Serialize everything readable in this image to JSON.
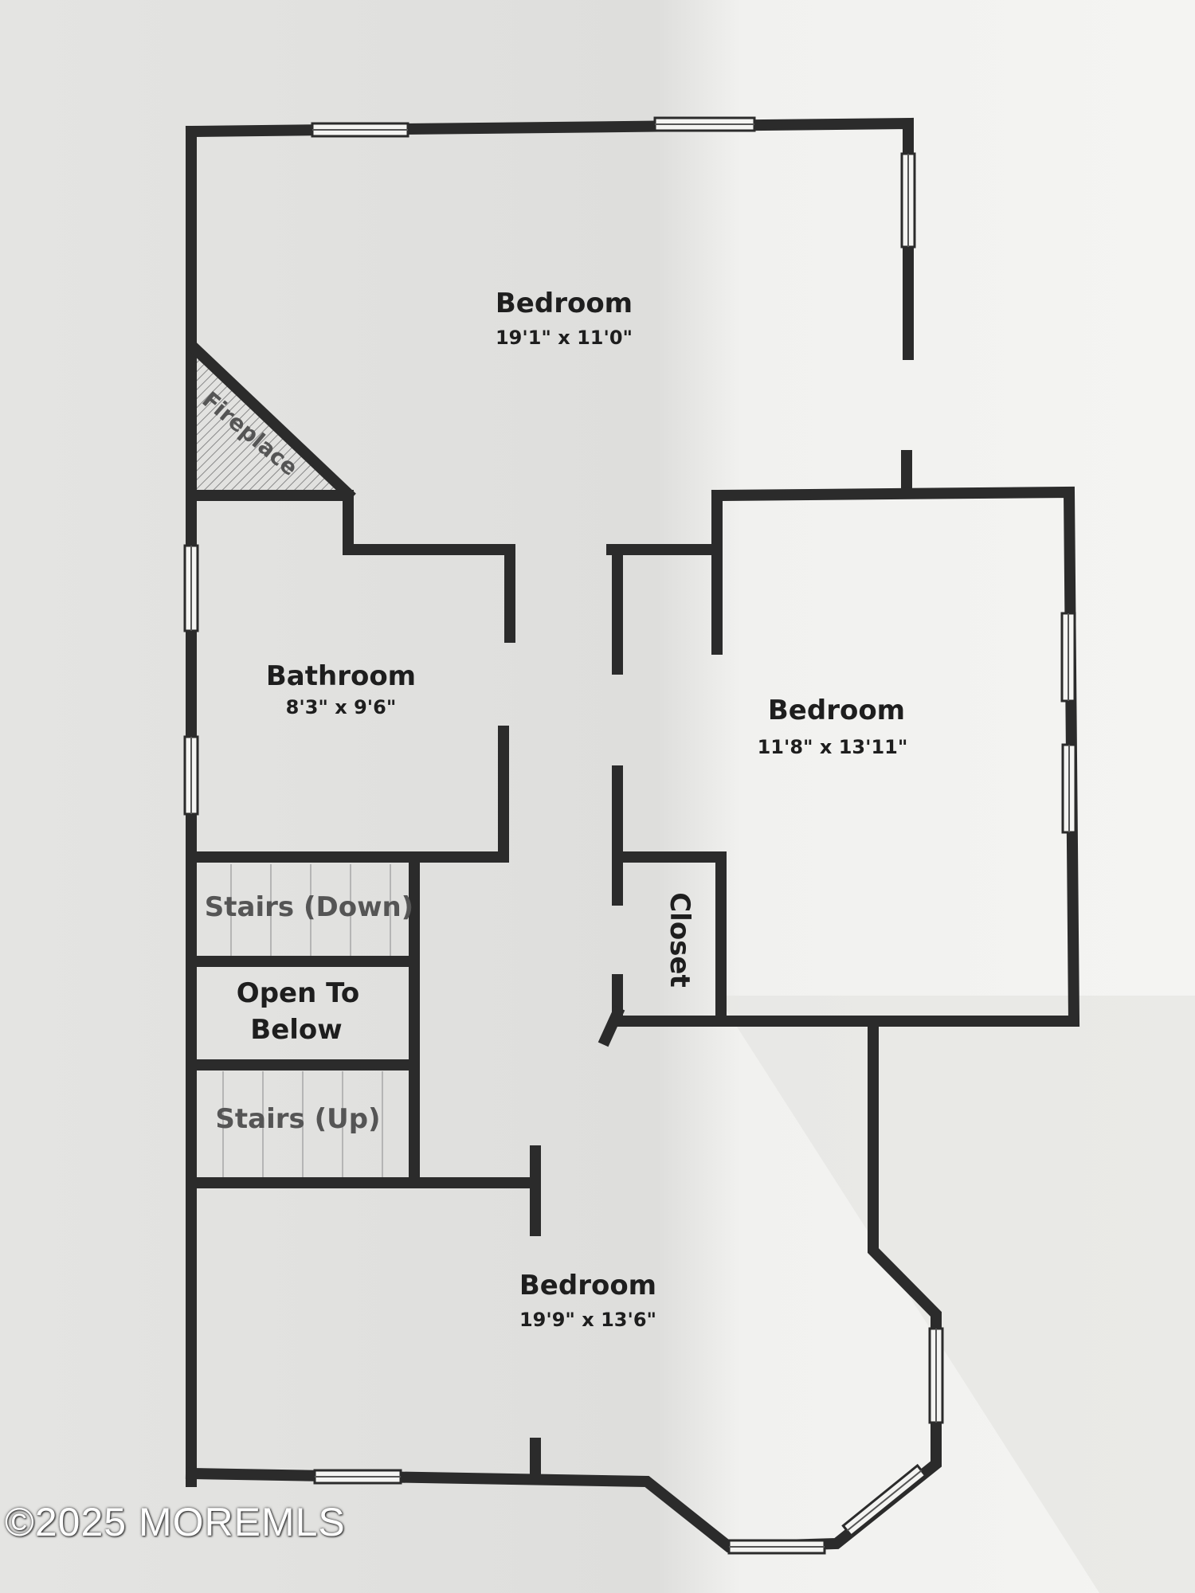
{
  "rooms": {
    "bedroom_top": {
      "name": "Bedroom",
      "dims": "19'1\" x 11'0\""
    },
    "bathroom": {
      "name": "Bathroom",
      "dims": "8'3\" x 9'6\""
    },
    "bedroom_right": {
      "name": "Bedroom",
      "dims": "11'8\" x 13'11\""
    },
    "bedroom_bottom": {
      "name": "Bedroom",
      "dims": "19'9\" x 13'6\""
    }
  },
  "labels": {
    "fireplace": "Fireplace",
    "stairs_down": "Stairs (Down)",
    "open_to_below_line1": "Open To",
    "open_to_below_line2": "Below",
    "stairs_up": "Stairs (Up)",
    "closet": "Closet"
  },
  "watermark": "©2025 MOREMLS",
  "colors": {
    "wall": "#2b2b2b",
    "paper": "#f2f2f0",
    "shadow": "#dcdcda"
  }
}
